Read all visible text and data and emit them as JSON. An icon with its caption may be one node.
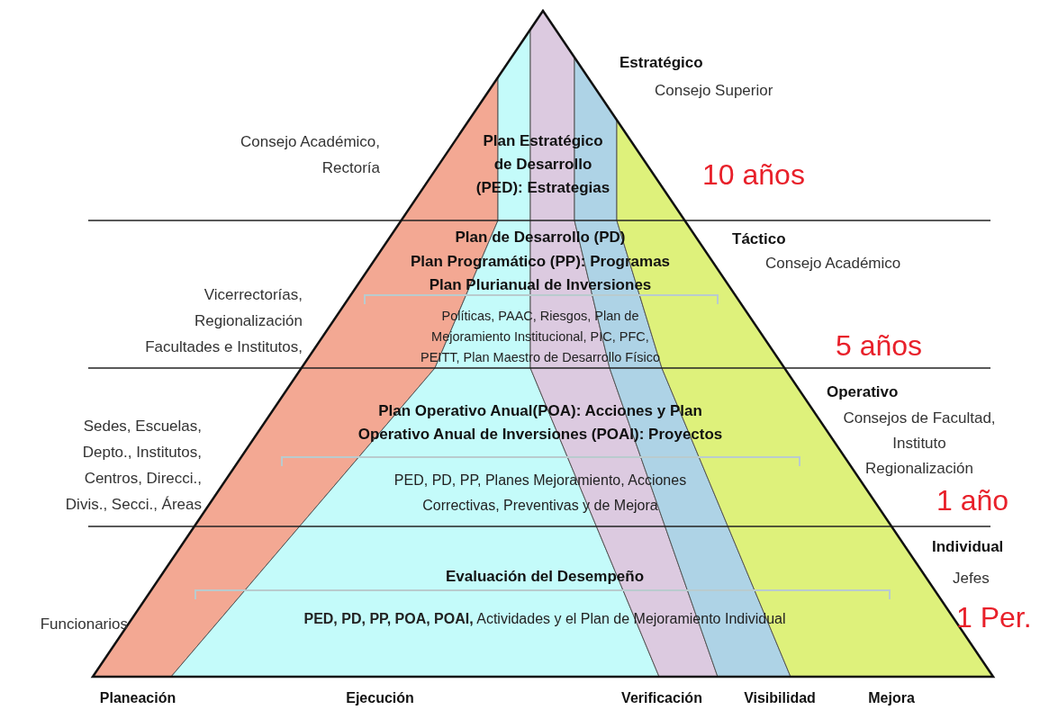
{
  "diagram": {
    "nodes": [
      {
        "text": [
          "Plan Estratégico de Desarrollo (PED): Estrategias"
        ],
        "beside": [
          "Estratégico",
          "Consejo Superior",
          "10 años"
        ]
      },
      {
        "text": [
          "Plan de Desarrollo (PD)",
          "Plan Programático (PP): Programas",
          "Plan Plurianual de Inversiones",
          "Políticas, PAAC, Riesgos, Plan de Mejoramiento Institucional, PIC, PFC, PEITT, Plan Maestro de Desarrollo Físico"
        ],
        "beside": [
          "Táctico",
          "Consejo Académico",
          "5 años"
        ]
      },
      {
        "text": [
          "Plan Operativo Anual(POA): Acciones y Plan Operativo Anual de Inversiones (POAI): Proyectos",
          "PED, PD, PP, Planes Mejoramiento, Acciones Correctivas, Preventivas y de Mejora"
        ],
        "beside": [
          "Operativo",
          "Consejos de Facultad, Instituto Regionalización",
          "1 año"
        ]
      },
      {
        "text": [
          "Evaluación del Desempeño",
          "**PED, PD, PP, POA, POAI,** Actividades y el Plan de Mejoramiento Individual"
        ],
        "beside": [
          "Individual",
          "Jefes",
          "1 Per."
        ]
      }
    ],
    "labels": [
      "Consejo Académico, Rectoría",
      "Vicerrectorías, Regionalización Facultades e Institutos,",
      "Sedes, Escuelas, Depto., Institutos, Centros, Direcci., Divis., Secci., Áreas",
      "Funcionarios",
      "Planeación",
      "Ejecución",
      "Verificación",
      "Visibilidad",
      "Mejora"
    ]
  }
}
